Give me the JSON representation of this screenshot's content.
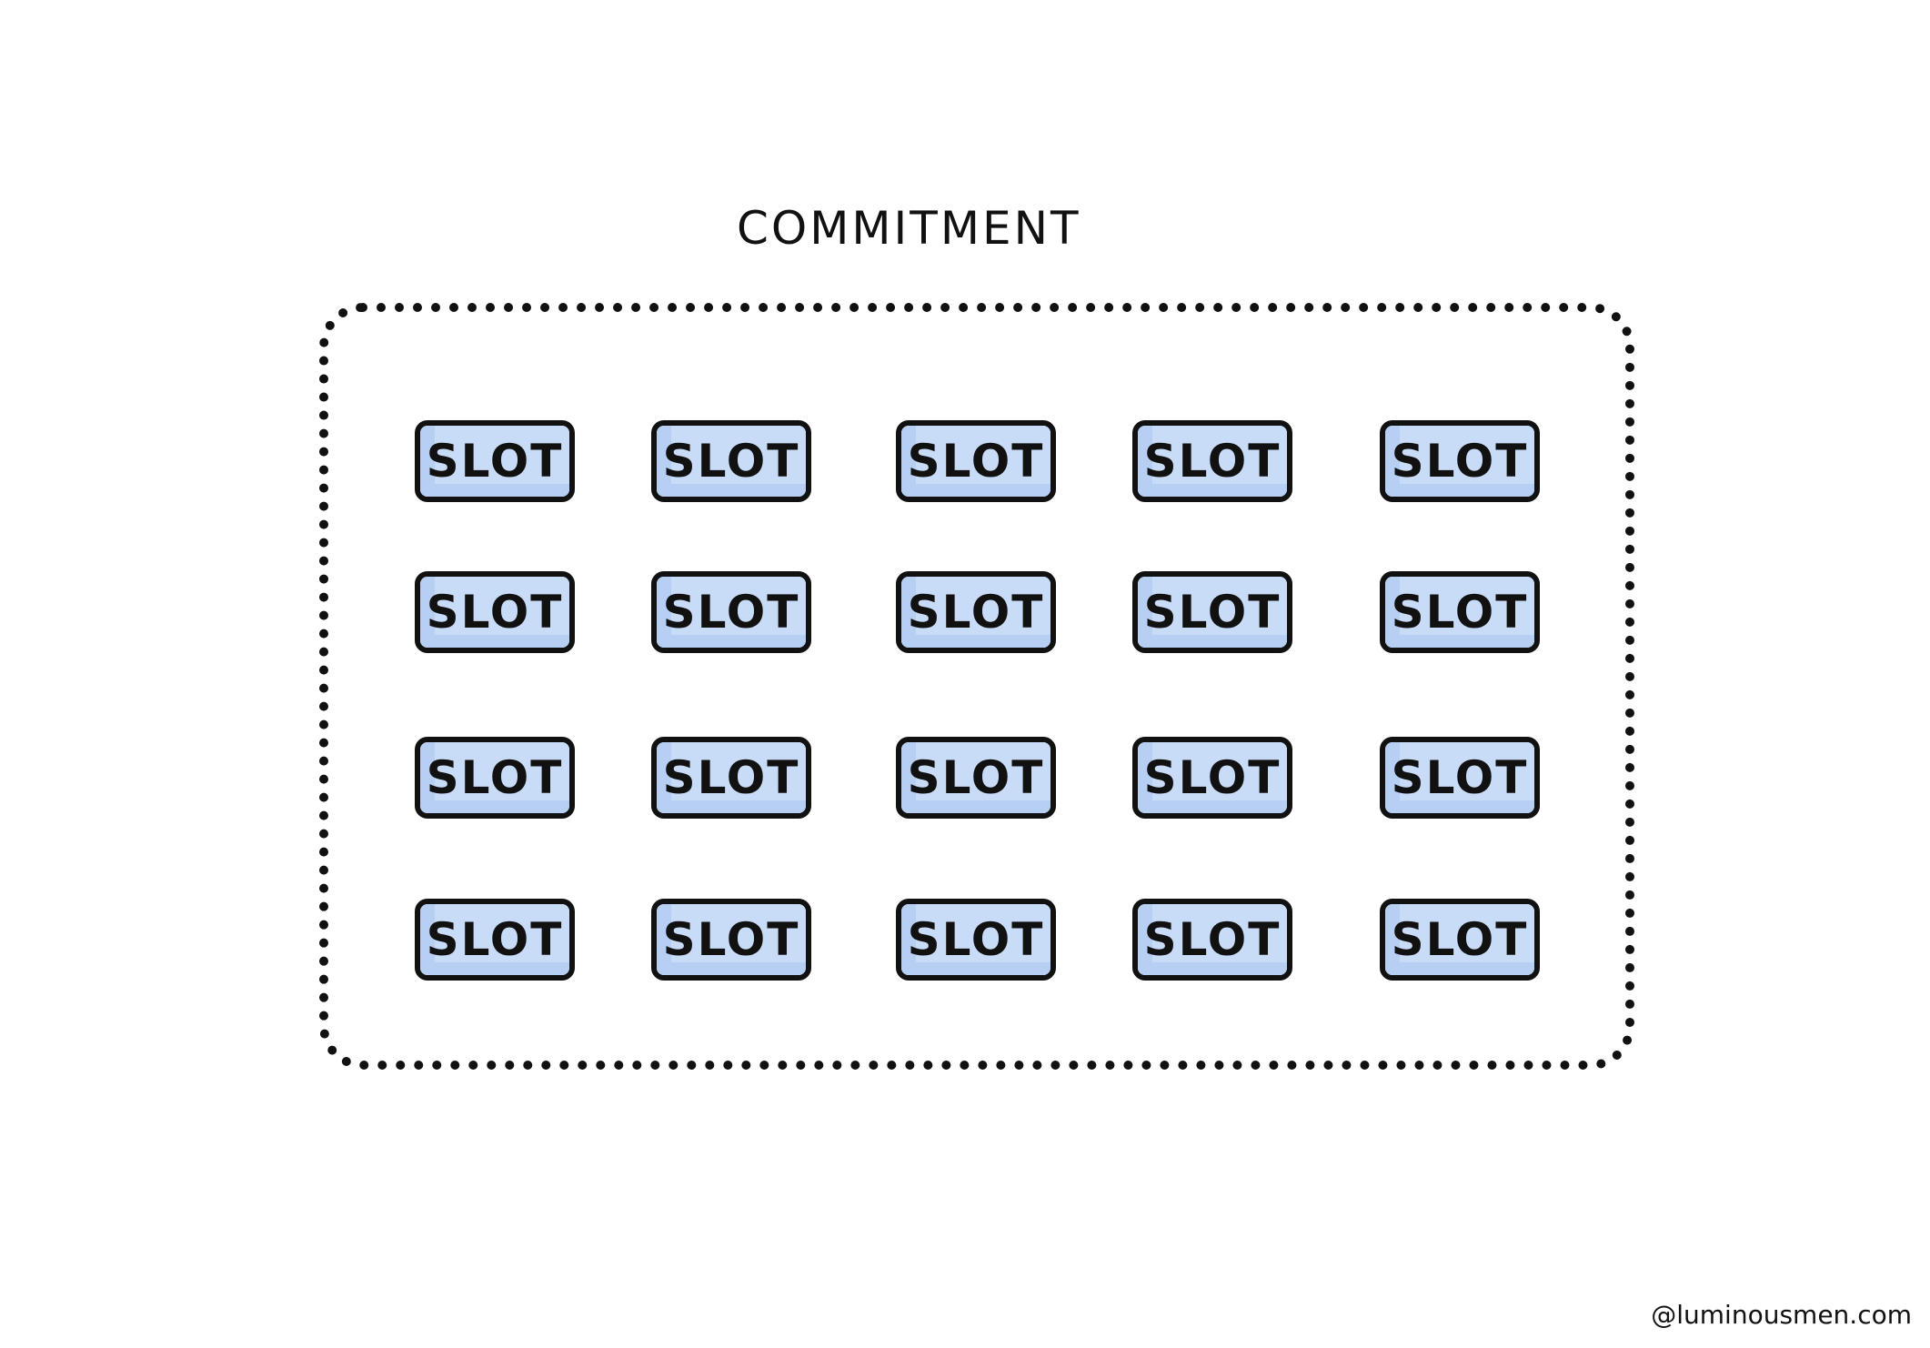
{
  "title": "COMMITMENT",
  "slots": [
    [
      "SLOT",
      "SLOT",
      "SLOT",
      "SLOT",
      "SLOT"
    ],
    [
      "SLOT",
      "SLOT",
      "SLOT",
      "SLOT",
      "SLOT"
    ],
    [
      "SLOT",
      "SLOT",
      "SLOT",
      "SLOT",
      "SLOT"
    ],
    [
      "SLOT",
      "SLOT",
      "SLOT",
      "SLOT",
      "SLOT"
    ]
  ],
  "credit": "@luminousmen.com",
  "colors": {
    "slot_fill": "#c9dcf7",
    "outline": "#111111",
    "background": "#ffffff"
  }
}
